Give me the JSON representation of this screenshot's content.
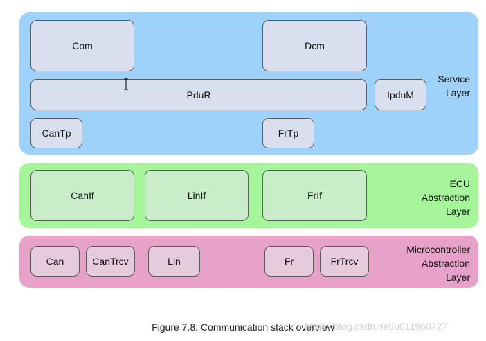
{
  "layers": {
    "service": {
      "label_lines": [
        "Service",
        "Layer"
      ],
      "modules": [
        "Com",
        "Dcm",
        "PduR",
        "IpduM",
        "CanTp",
        "FrTp"
      ]
    },
    "ecu": {
      "label_lines": [
        "ECU",
        "Abstraction",
        "Layer"
      ],
      "modules": [
        "CanIf",
        "LinIf",
        "FrIf"
      ]
    },
    "mcal": {
      "label_lines": [
        "Microcontroller",
        "Abstraction",
        "Layer"
      ],
      "modules": [
        "Can",
        "CanTrcv",
        "Lin",
        "Fr",
        "FrTrcv"
      ]
    }
  },
  "caption": "Figure 7.8. Communication stack overview",
  "watermark": "https://blog.csdn.net/u011960727",
  "colors": {
    "service_layer": "#9fd2fb",
    "ecu_layer": "#a6f59b",
    "mcal_layer": "#e6a2c8",
    "module_border": "#5b5b5b"
  },
  "icons": {
    "cursor": "text-cursor-icon"
  }
}
